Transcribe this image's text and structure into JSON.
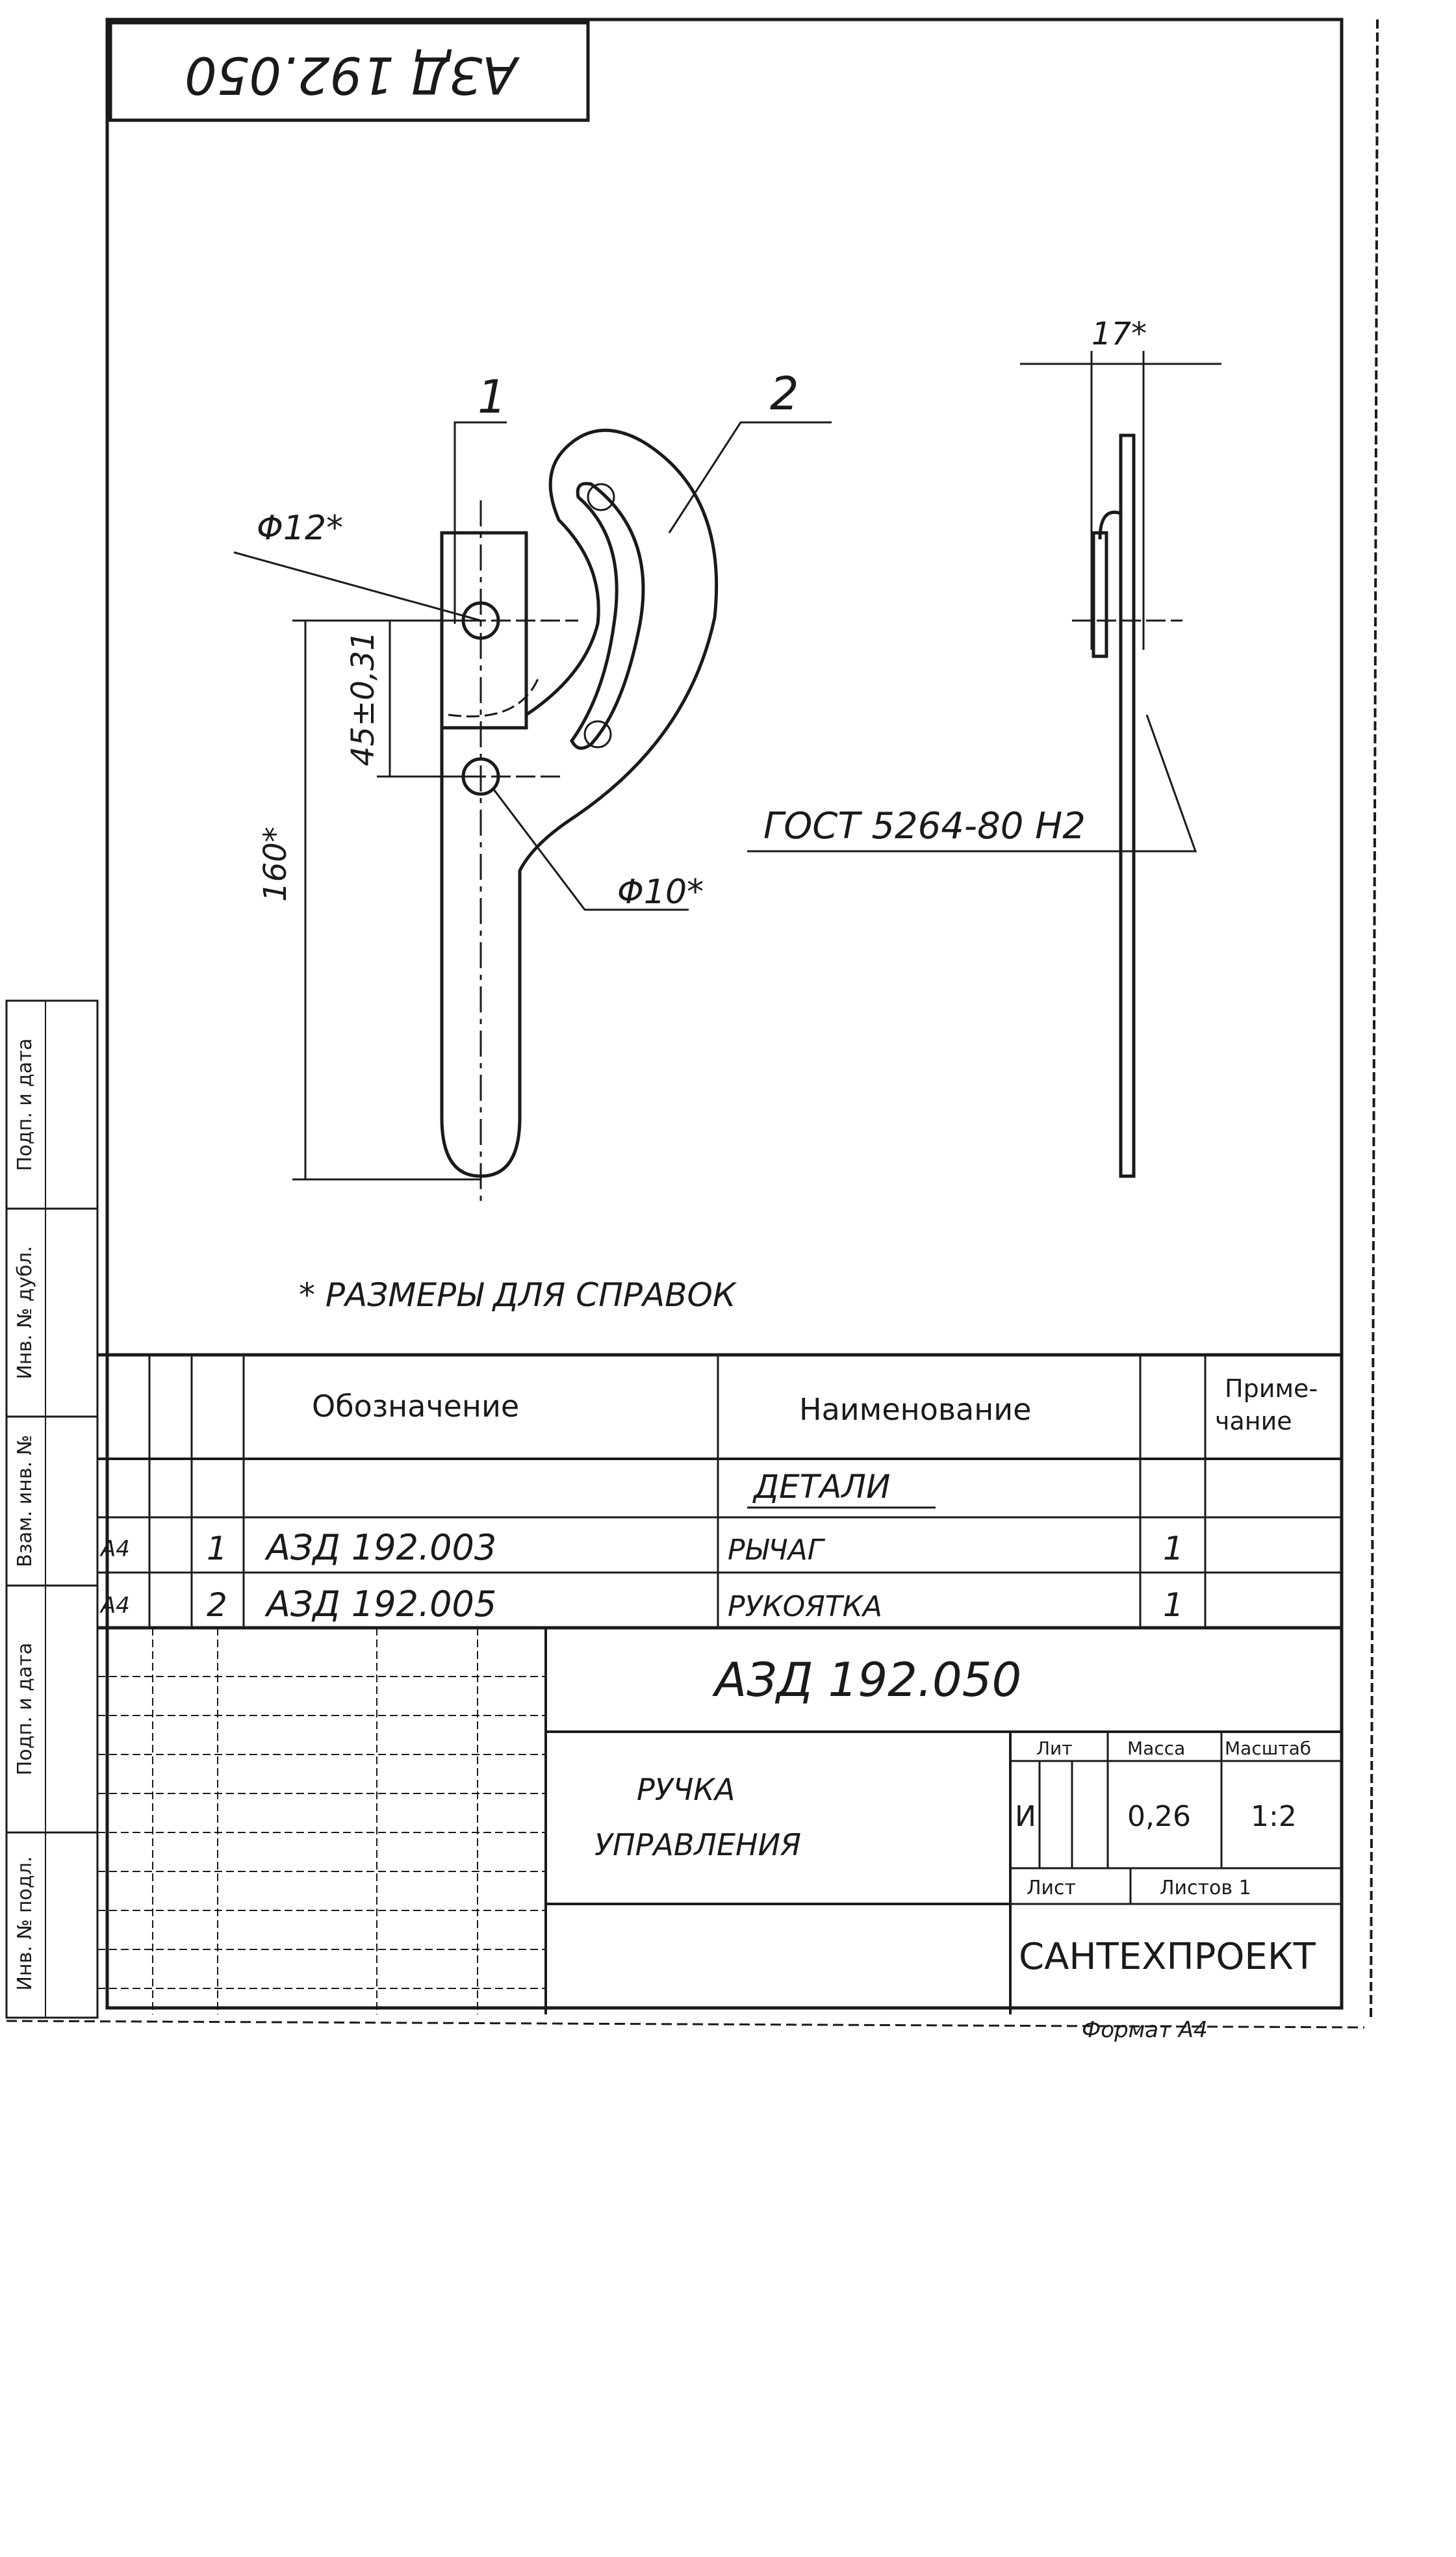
{
  "stamp": {
    "doc_code_rotated": "АЗД 192.050"
  },
  "drawing": {
    "leaders": {
      "item1": "1",
      "item2": "2"
    },
    "dims": {
      "hole_top": "Φ12*",
      "hole_bottom": "Φ10*",
      "offset": "45±0,31",
      "length": "160*",
      "thickness": "17*"
    },
    "material": "ГОСТ 5264-80 Н2",
    "note": "* РАЗМЕРЫ ДЛЯ СПРАВОК"
  },
  "spec_table": {
    "headers": {
      "designation": "Обозначение",
      "name": "Наименование",
      "note_line1": "Приме-",
      "note_line2": "чание"
    },
    "section": "ДЕТАЛИ",
    "rows": [
      {
        "format": "А4",
        "pos": "1",
        "designation": "АЗД 192.003",
        "name": "РЫЧАГ",
        "qty": "1"
      },
      {
        "format": "А4",
        "pos": "2",
        "designation": "АЗД 192.005",
        "name": "РУКОЯТКА",
        "qty": "1"
      }
    ]
  },
  "title_block": {
    "doc_code": "АЗД 192.050",
    "title_line1": "РУЧКА",
    "title_line2": "УПРАВЛЕНИЯ",
    "lit_header": "Лит",
    "mass_header": "Масса",
    "scale_header": "Масштаб",
    "lit_value": "И",
    "mass": "0,26",
    "scale": "1:2",
    "sheet_label": "Лист",
    "sheets_label": "Листов 1",
    "organization": "САНТЕХПРОЕКТ",
    "format": "Формат А4"
  },
  "side_strip": {
    "cells": [
      "Подп. и дата",
      "Инв. № дубл.",
      "Взам. инв. №",
      "Подп. и дата",
      "Инв. № подл."
    ]
  }
}
